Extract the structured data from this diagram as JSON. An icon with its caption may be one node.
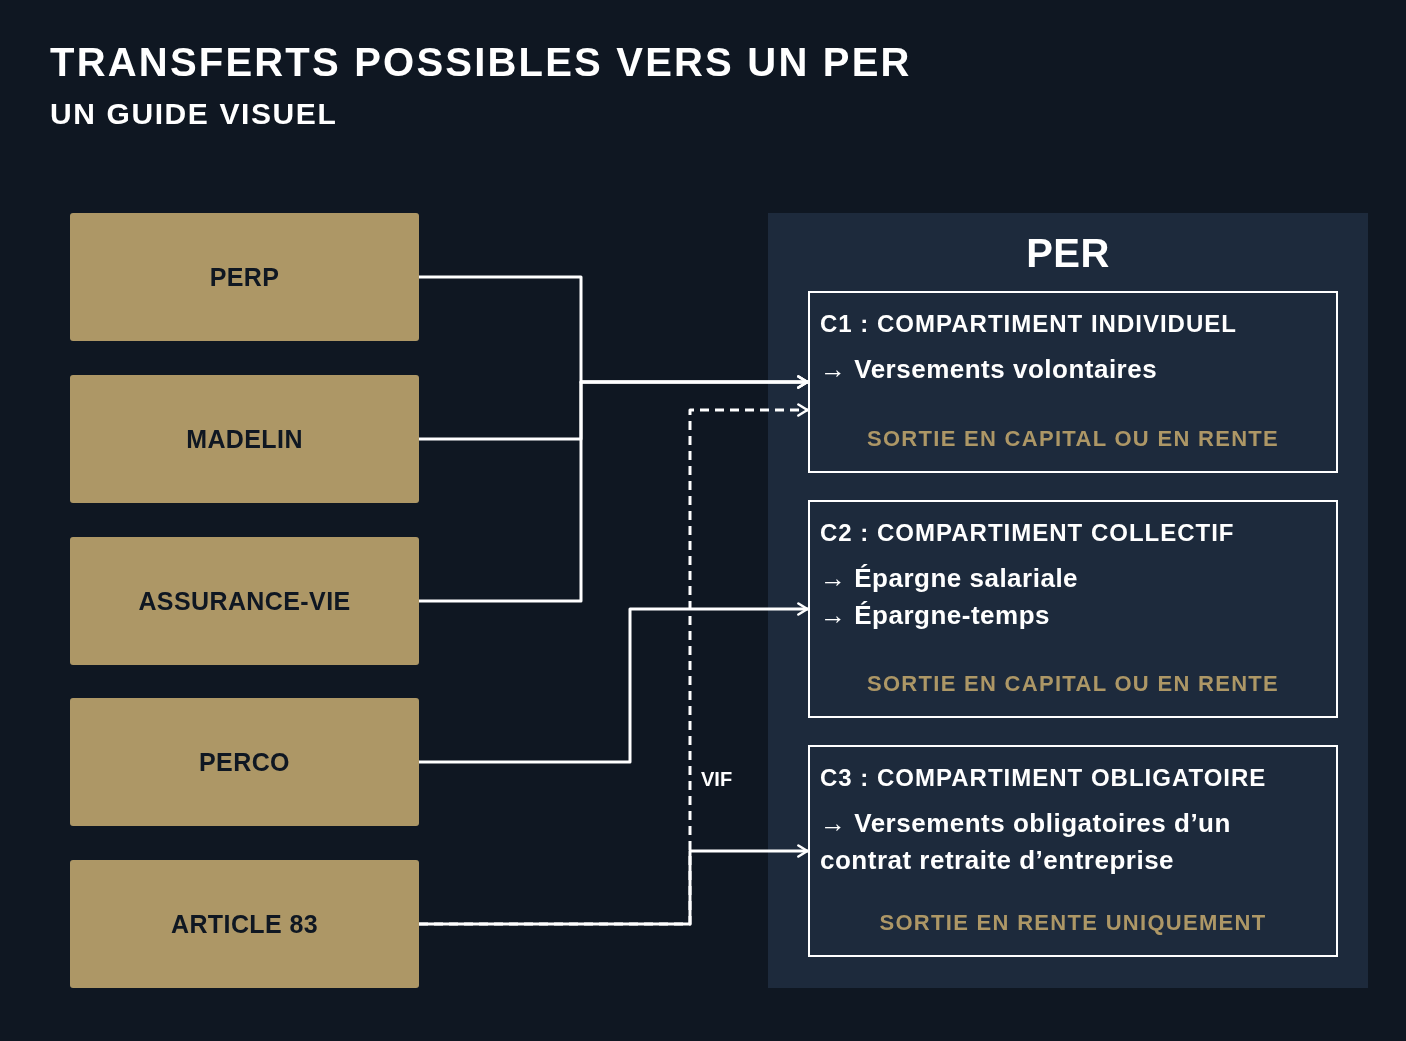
{
  "diagram": {
    "title": "TRANSFERTS POSSIBLES VERS UN PER",
    "nodes": [
      {
        "text": [
          "PERP"
        ]
      },
      {
        "text": [
          "MADELIN"
        ]
      },
      {
        "text": [
          "ASSURANCE-VIE"
        ]
      },
      {
        "text": [
          "PERCO"
        ]
      },
      {
        "text": [
          "ARTICLE 83"
        ]
      },
      {
        "text": [
          "PER"
        ]
      },
      {
        "text": [
          "C1 : COMPARTIMENT INDIVIDUEL",
          "→ Versements volontaires",
          "SORTIE EN CAPITAL OU EN RENTE"
        ],
        "in": 5
      },
      {
        "text": [
          "C2 : COMPARTIMENT COLLECTIF",
          "→ Épargne salariale",
          "→ Épargne-temps",
          "SORTIE EN CAPITAL OU EN RENTE"
        ],
        "in": 5
      },
      {
        "text": [
          "C3 : COMPARTIMENT OBLIGATOIRE",
          "→ Versements obligatoires d’un contrat retraite d’entreprise",
          "SORTIE EN RENTE UNIQUEMENT"
        ],
        "in": 5
      }
    ],
    "edges": [
      {
        "from": 0,
        "to": 6,
        "arrow": "to"
      },
      {
        "from": 1,
        "to": 6,
        "arrow": "to"
      },
      {
        "from": 2,
        "to": 6,
        "arrow": "to"
      },
      {
        "from": 3,
        "to": 7,
        "arrow": "to"
      },
      {
        "from": 4,
        "to": 8,
        "arrow": "to"
      },
      {
        "from": 4,
        "to": 6,
        "arrow": "to",
        "label": "VIF",
        "style": "dashed"
      }
    ],
    "labels": [
      "UN GUIDE VISUEL"
    ]
  }
}
